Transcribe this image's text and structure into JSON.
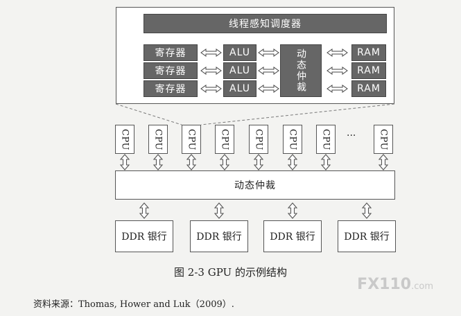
{
  "scheduler": "线程感知调度器",
  "registers": [
    "寄存器",
    "寄存器",
    "寄存器"
  ],
  "alus": [
    "ALU",
    "ALU",
    "ALU"
  ],
  "inner_arbiter": "动态仲裁",
  "rams": [
    "RAM",
    "RAM",
    "RAM"
  ],
  "cpus": [
    "CPU",
    "CPU",
    "CPU",
    "CPU",
    "CPU",
    "CPU",
    "CPU",
    "CPU"
  ],
  "ellipsis": "···",
  "arbiter": "动态仲裁",
  "ddr_banks": [
    "DDR 银行",
    "DDR 银行",
    "DDR 银行",
    "DDR 银行"
  ],
  "caption": "图 2-3   GPU 的示例结构",
  "source": "资料来源：Thomas, Hower and Luk（2009）.",
  "watermark": {
    "brand": "FX110",
    "suffix": ".com"
  }
}
